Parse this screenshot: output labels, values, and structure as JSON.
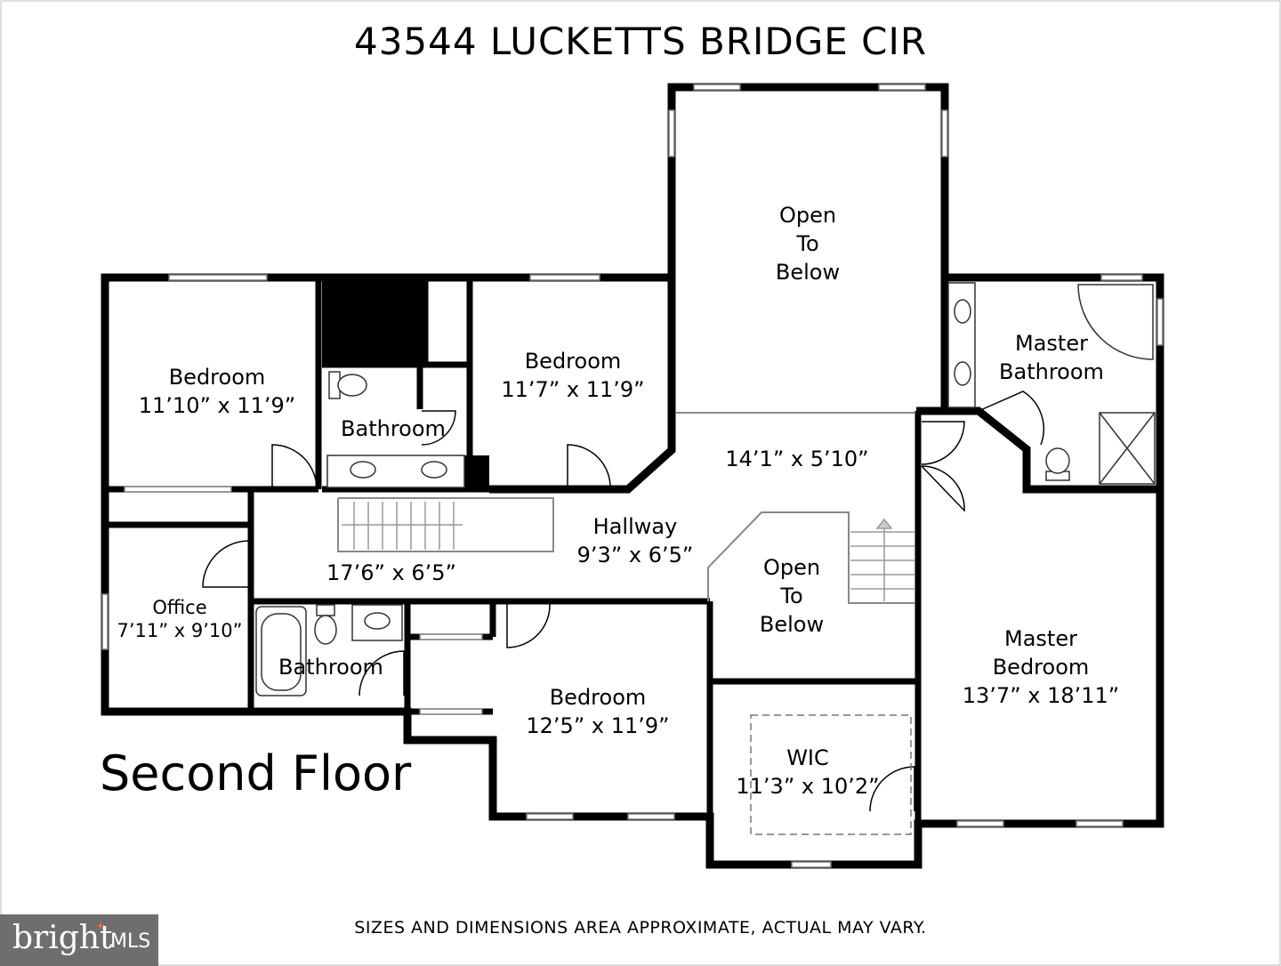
{
  "title": "43544 LUCKETTS BRIDGE CIR",
  "floor_name": "Second Floor",
  "disclaimer": "SIZES AND DIMENSIONS AREA APPROXIMATE, ACTUAL MAY VARY.",
  "logo": {
    "text": "bright",
    "suffix": "MLS",
    "icon": "star-icon"
  },
  "rooms": {
    "bedroom_nw": {
      "name": "Bedroom",
      "size": "11’10” x 11’9”"
    },
    "bedroom_n": {
      "name": "Bedroom",
      "size": "11’7” x 11’9”"
    },
    "bathroom_n": {
      "name": "Bathroom"
    },
    "open_below_top": {
      "line1": "Open",
      "line2": "To",
      "line3": "Below"
    },
    "master_bath": {
      "line1": "Master",
      "line2": "Bathroom"
    },
    "landing": {
      "size": "14’1” x 5’10”"
    },
    "hallway": {
      "name": "Hallway",
      "size": "9’3” x 6’5”"
    },
    "hall_west": {
      "size": "17’6” x 6’5”"
    },
    "open_below_mid": {
      "line1": "Open",
      "line2": "To",
      "line3": "Below"
    },
    "office": {
      "name": "Office",
      "size": "7’11” x 9’10”"
    },
    "bathroom_s": {
      "name": "Bathroom"
    },
    "bedroom_s": {
      "name": "Bedroom",
      "size": "12’5” x 11’9”"
    },
    "wic": {
      "name": "WIC",
      "size": "11’3” x 10’2”"
    },
    "master_bed": {
      "line1": "Master",
      "line2": "Bedroom",
      "size": "13’7” x 18’11”"
    }
  }
}
